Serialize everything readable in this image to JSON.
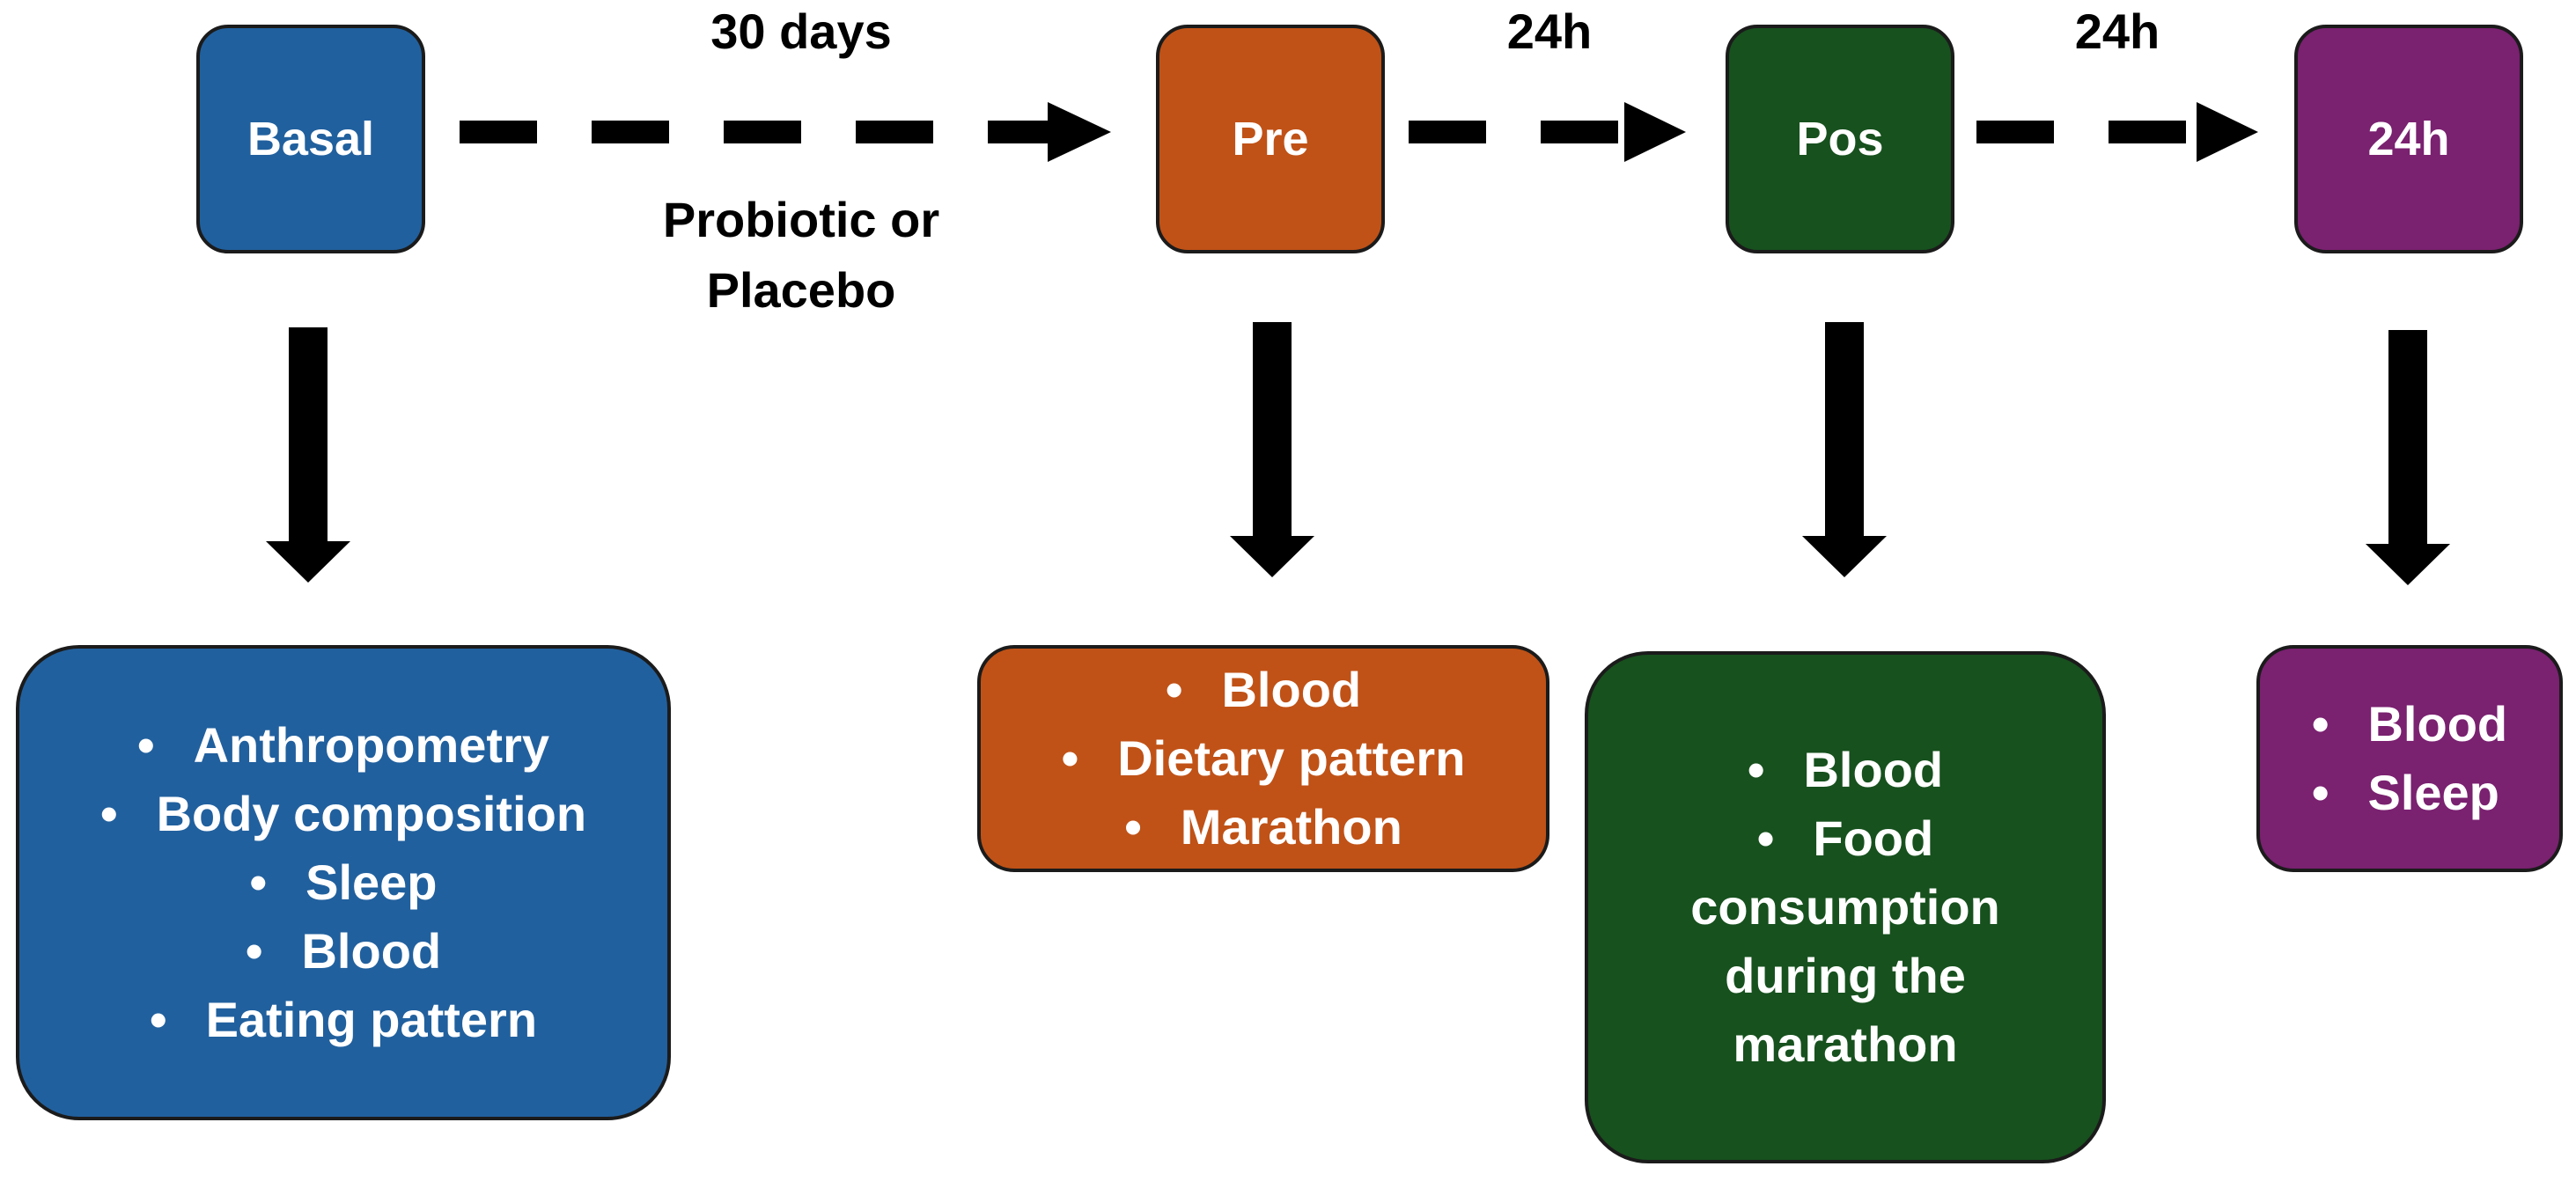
{
  "colors": {
    "basal": "#21609e",
    "pre": "#c05217",
    "pos": "#17511e",
    "h24": "#7a2170",
    "border": "#1b1b1b",
    "arrow": "#000000"
  },
  "stages": {
    "basal": "Basal",
    "pre": "Pre",
    "pos": "Pos",
    "h24": "24h"
  },
  "transitions": {
    "basal_pre_top": "30 days",
    "basal_pre_bottom_line1": "Probiotic or",
    "basal_pre_bottom_line2": "Placebo",
    "pre_pos_top": "24h",
    "pos_24h_top": "24h"
  },
  "details": {
    "basal": [
      "Anthropometry",
      "Body composition",
      "Sleep",
      "Blood",
      "Eating pattern"
    ],
    "pre": [
      "Blood",
      "Dietary pattern",
      "Marathon"
    ],
    "pos": {
      "item1": "Blood",
      "item2_line1": "Food",
      "item2_line2": "consumption",
      "item2_line3": "during the",
      "item2_line4": "marathon"
    },
    "h24": [
      "Blood",
      "Sleep"
    ]
  }
}
